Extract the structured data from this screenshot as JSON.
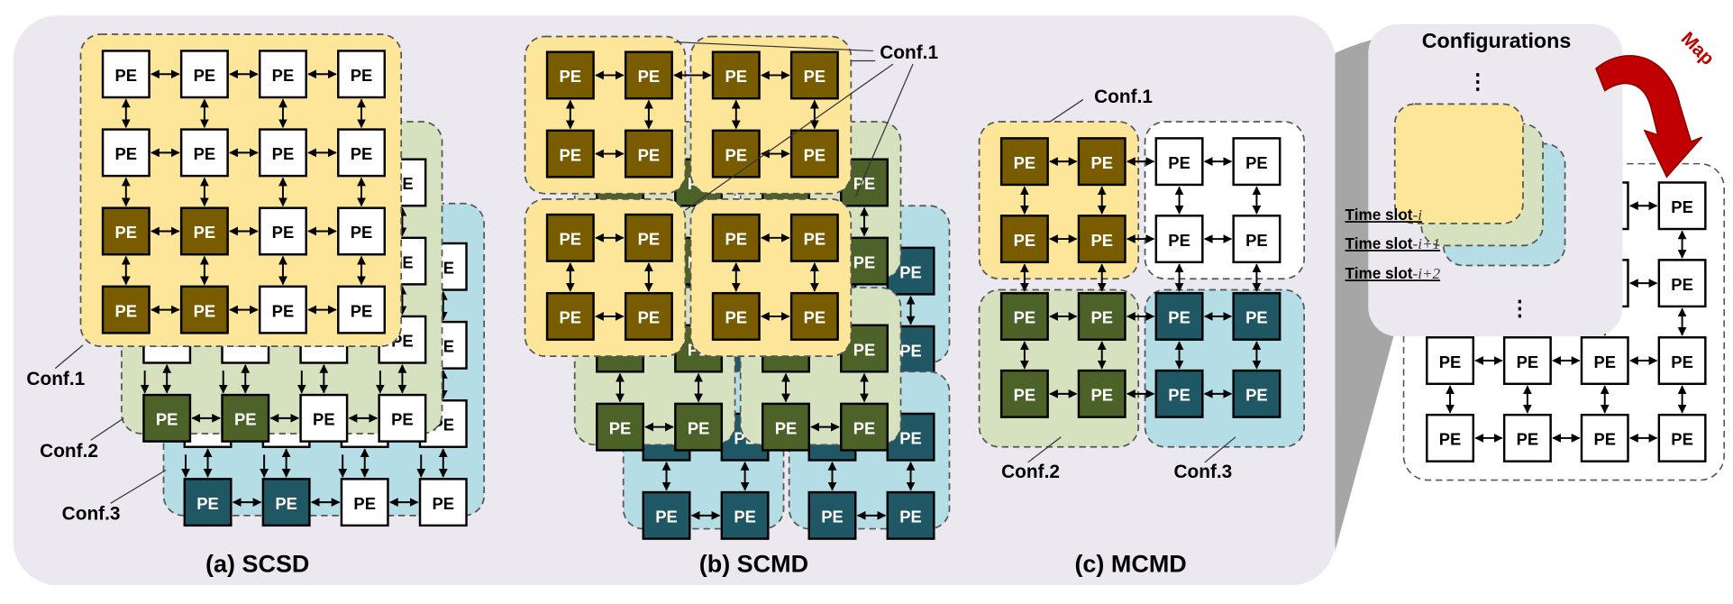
{
  "colors": {
    "panel_bg": "#ebe8f0",
    "wedge": "#a6a6a6",
    "conf1_bg": "#fde699",
    "conf2_bg": "#d6e2bf",
    "conf3_bg": "#b4dde6",
    "conf1_pe": "#7a5c00",
    "conf2_pe": "#4d6228",
    "conf3_pe": "#1f5765",
    "idle_pe": "#ffffff",
    "map_arrow": "#c00000",
    "map_arrow_dark": "#8b0000"
  },
  "pe_label": "PE",
  "panels": {
    "scsd": {
      "caption": "(a) SCSD",
      "conf_labels": [
        "Conf.1",
        "Conf.2",
        "Conf.3"
      ],
      "layers": [
        {
          "conf": "conf3",
          "grid": [
            [
              "idle",
              "idle",
              "idle",
              "idle"
            ],
            [
              "idle",
              "idle",
              "idle",
              "idle"
            ],
            [
              "idle",
              "idle",
              "idle",
              "idle"
            ],
            [
              "conf3",
              "conf3",
              "idle",
              "idle"
            ]
          ]
        },
        {
          "conf": "conf2",
          "grid": [
            [
              "idle",
              "idle",
              "idle",
              "idle"
            ],
            [
              "idle",
              "idle",
              "idle",
              "idle"
            ],
            [
              "idle",
              "idle",
              "idle",
              "idle"
            ],
            [
              "conf2",
              "conf2",
              "idle",
              "idle"
            ]
          ]
        },
        {
          "conf": "conf1",
          "grid": [
            [
              "idle",
              "idle",
              "idle",
              "idle"
            ],
            [
              "idle",
              "idle",
              "idle",
              "idle"
            ],
            [
              "conf1",
              "conf1",
              "idle",
              "idle"
            ],
            [
              "conf1",
              "conf1",
              "idle",
              "idle"
            ]
          ]
        }
      ]
    },
    "scmd": {
      "caption": "(b) SCMD",
      "conf_labels": [
        "Conf.1"
      ],
      "layers": [
        {
          "conf": "conf3",
          "tiles": 4
        },
        {
          "conf": "conf2",
          "tiles": 4
        },
        {
          "conf": "conf1",
          "tiles": 4
        }
      ]
    },
    "mcmd": {
      "caption": "(c) MCMD",
      "conf_labels": [
        "Conf.1",
        "Conf.2",
        "Conf.3"
      ],
      "quadrants": [
        {
          "conf": "conf1",
          "pe": "conf1"
        },
        {
          "conf": "idle",
          "pe": "idle"
        },
        {
          "conf": "conf2",
          "pe": "conf2"
        },
        {
          "conf": "conf3",
          "pe": "conf3"
        }
      ]
    }
  },
  "configurations": {
    "title": "Configurations",
    "ellipsis": "⋮",
    "time_slots": [
      {
        "prefix": "Time slot",
        "suffix": "-i"
      },
      {
        "prefix": "Time slot",
        "suffix": "-i+1"
      },
      {
        "prefix": "Time slot",
        "suffix": "-i+2"
      }
    ],
    "map_label": "Map"
  },
  "target_array": {
    "rows": 4,
    "cols": 4,
    "visible_rows_full": 2
  }
}
